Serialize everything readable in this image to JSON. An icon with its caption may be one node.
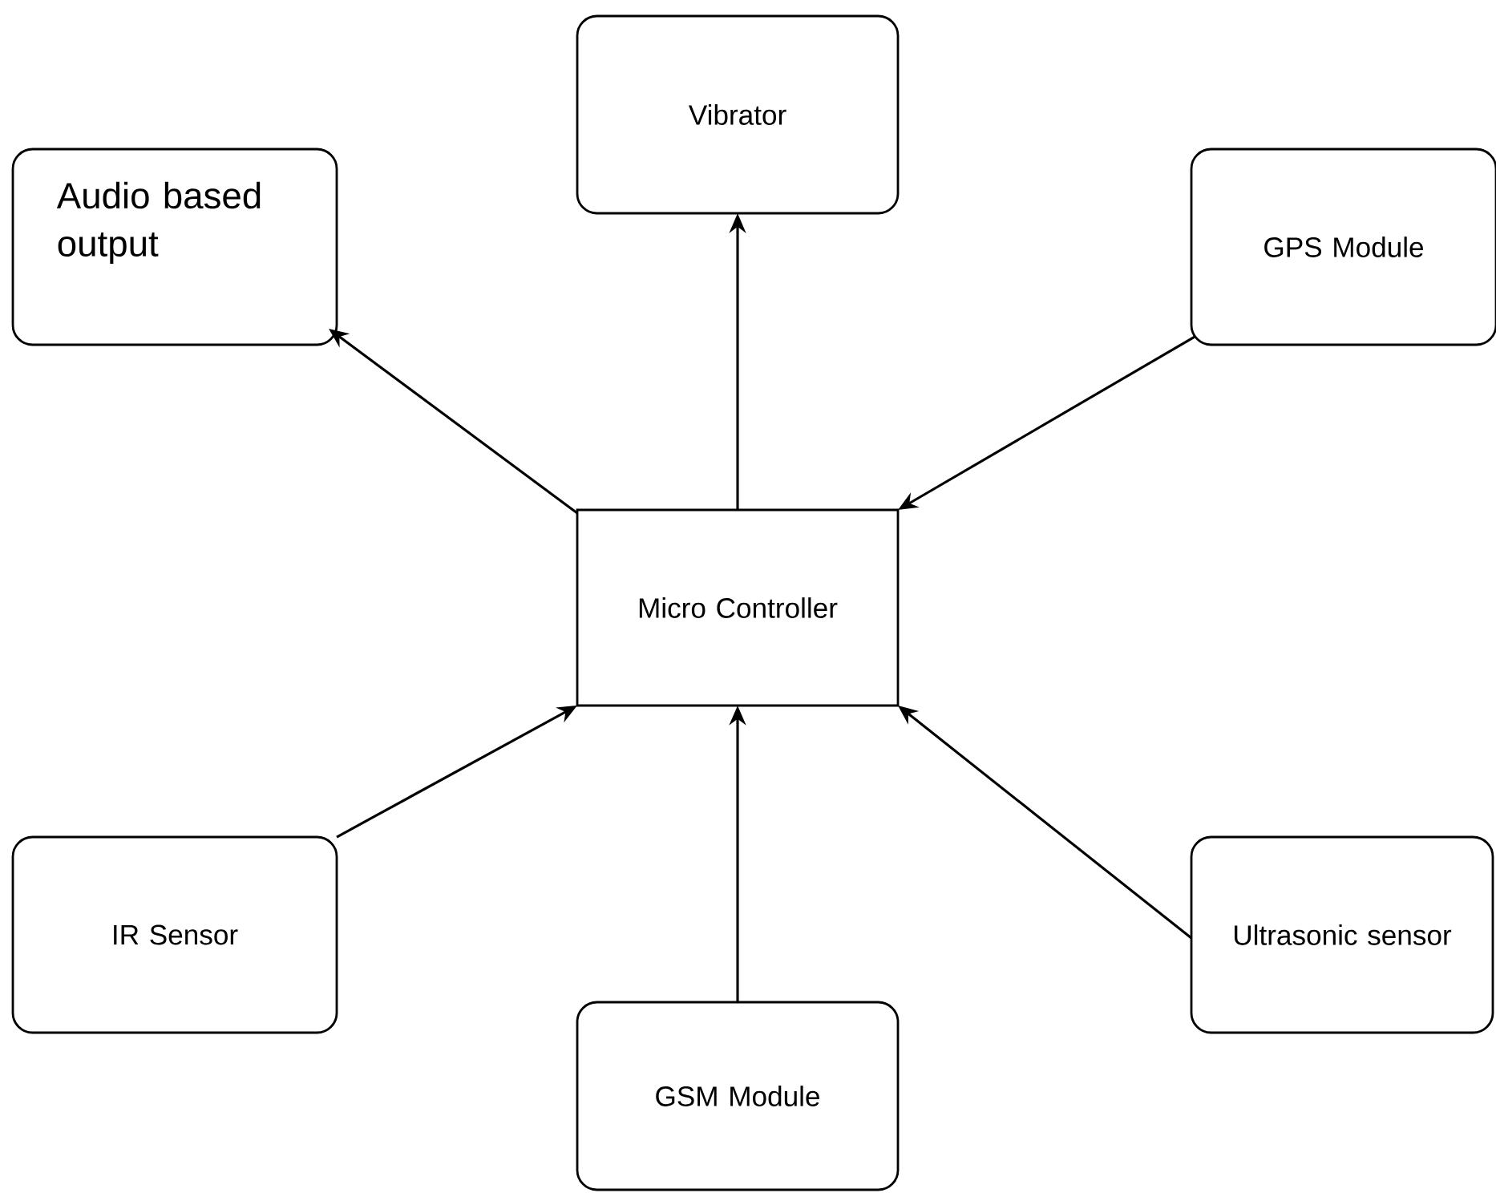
{
  "diagram": {
    "nodes": [
      {
        "text": [
          "Vibrator"
        ]
      },
      {
        "text": [
          "Audio based output"
        ]
      },
      {
        "text": [
          "GPS Module"
        ]
      },
      {
        "text": [
          "Micro Controller"
        ]
      },
      {
        "text": [
          "IR Sensor"
        ]
      },
      {
        "text": [
          "GSM Module"
        ]
      },
      {
        "text": [
          "Ultrasonic sensor"
        ]
      }
    ],
    "edges": [
      {
        "from": 3,
        "to": 0,
        "arrow": "to"
      },
      {
        "from": 3,
        "to": 1,
        "arrow": "to"
      },
      {
        "from": 2,
        "to": 3,
        "arrow": "to"
      },
      {
        "from": 4,
        "to": 3,
        "arrow": "to"
      },
      {
        "from": 5,
        "to": 3,
        "arrow": "to"
      },
      {
        "from": 6,
        "to": 3,
        "arrow": "to"
      }
    ]
  }
}
